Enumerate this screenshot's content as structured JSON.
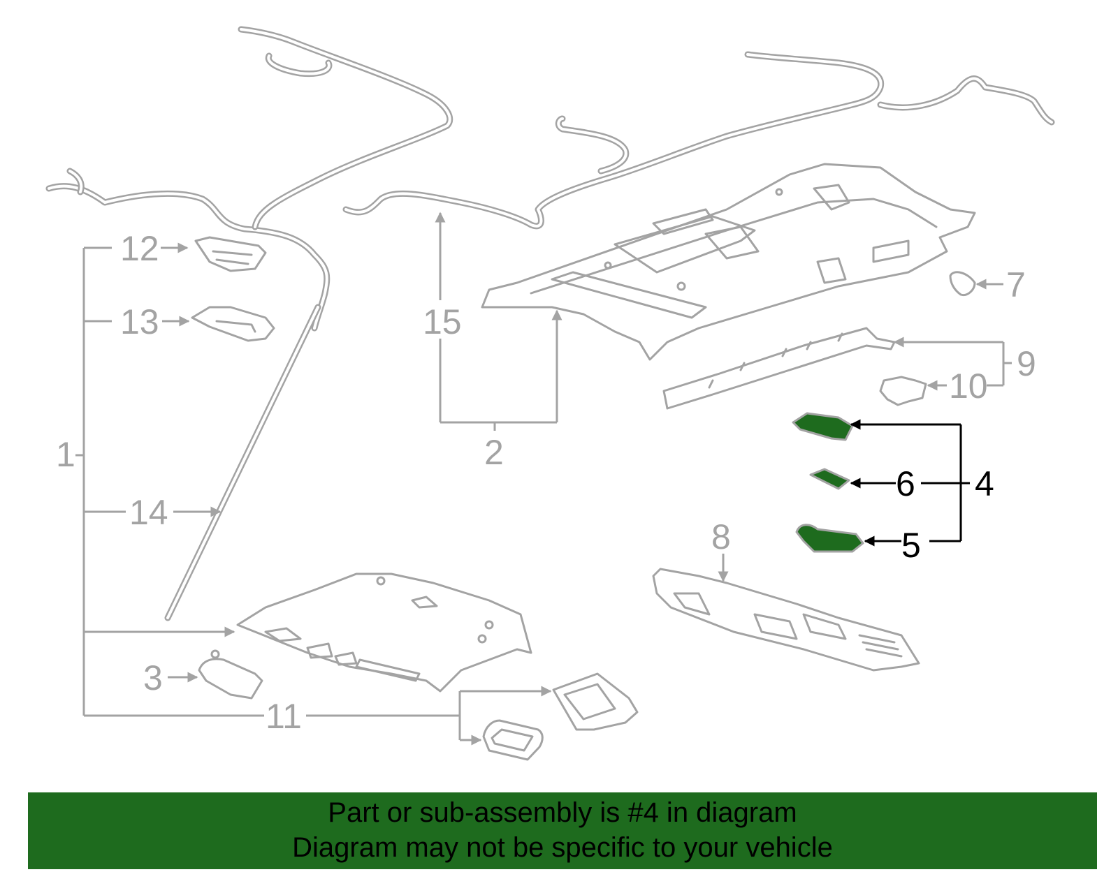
{
  "diagram": {
    "highlight_color": "#1e6b1e",
    "callouts": {
      "c1": "1",
      "c2": "2",
      "c3": "3",
      "c4": "4",
      "c5": "5",
      "c6": "6",
      "c7": "7",
      "c8": "8",
      "c9": "9",
      "c10": "10",
      "c11": "11",
      "c12": "12",
      "c13": "13",
      "c14": "14",
      "c15": "15"
    }
  },
  "banner": {
    "line1": "Part or sub-assembly is #4 in diagram",
    "line2": "Diagram may not be specific to your vehicle"
  }
}
